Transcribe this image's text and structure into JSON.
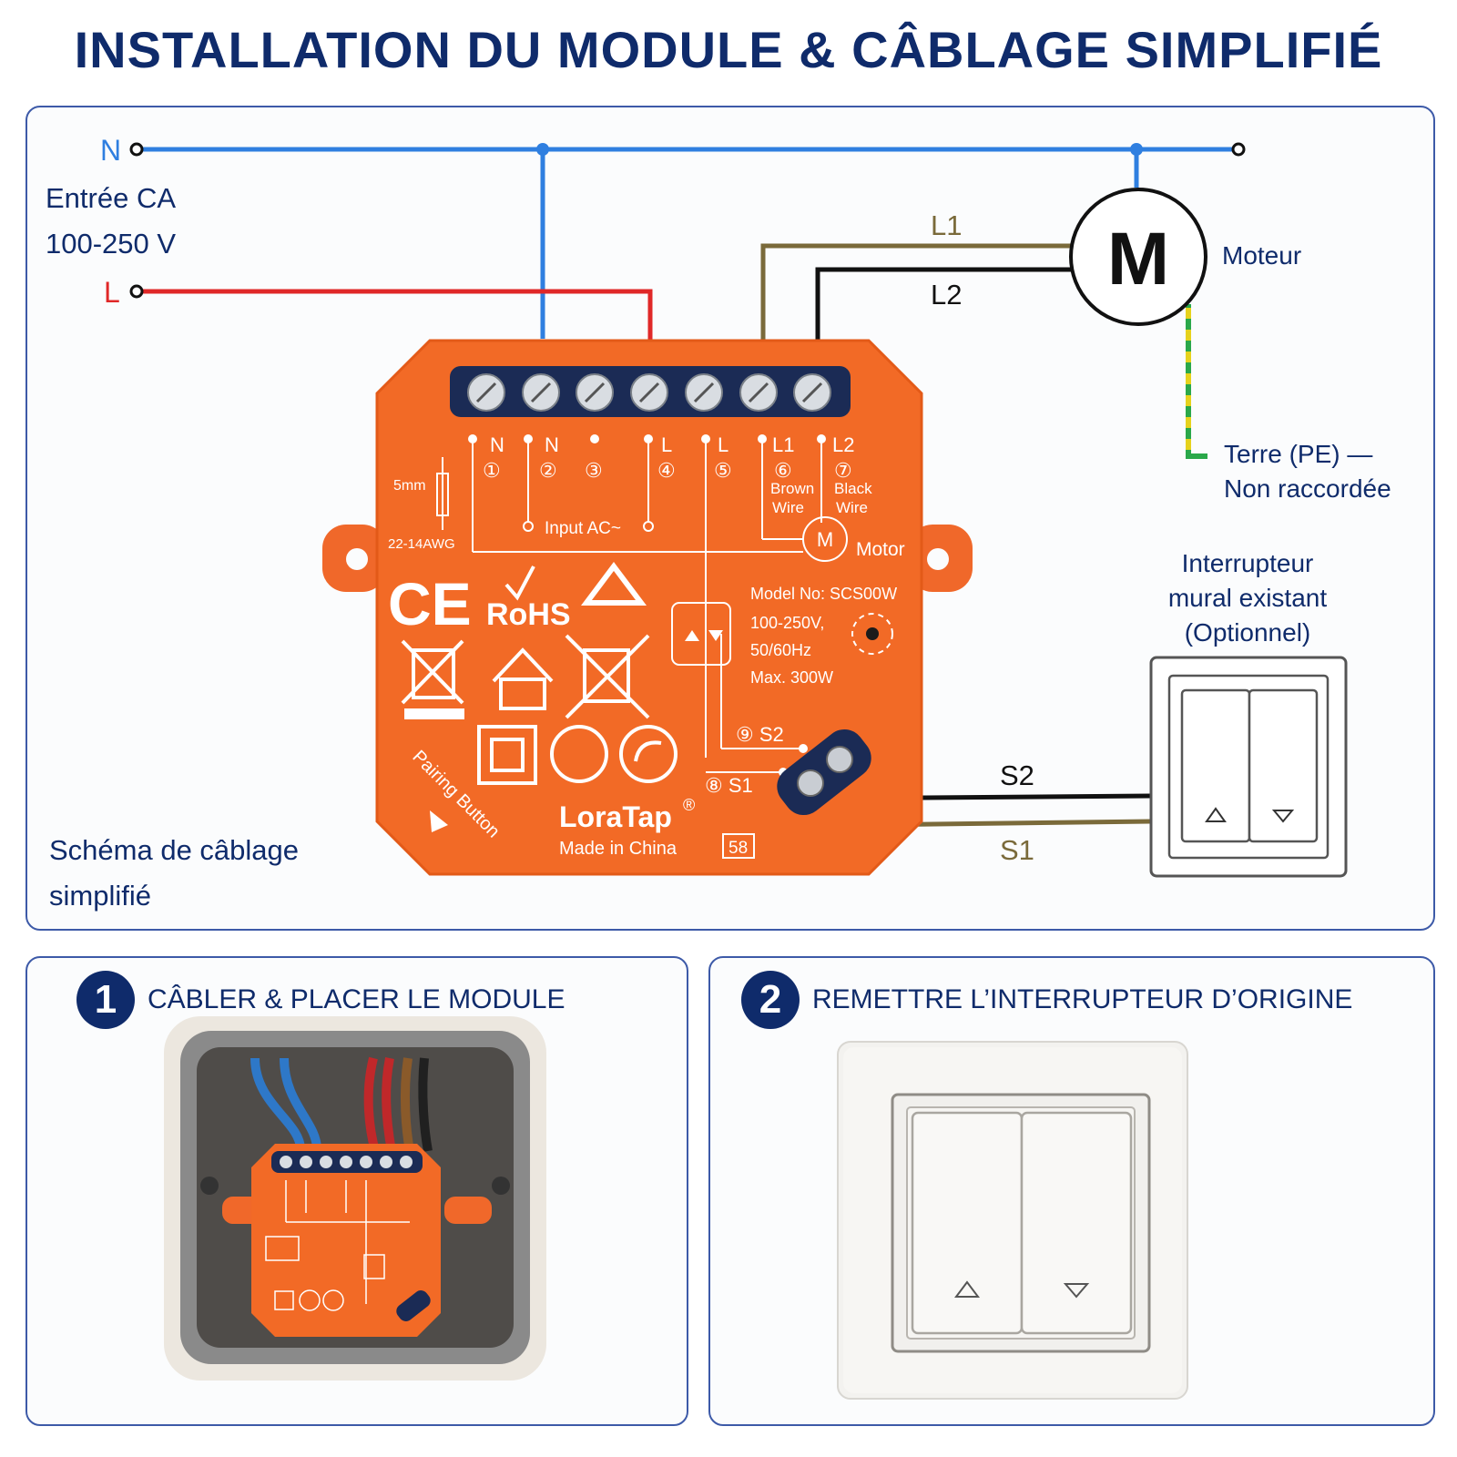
{
  "title": "INSTALLATION DU MODULE & CÂBLAGE SIMPLIFIÉ",
  "diagram": {
    "n_label": "N",
    "l_label": "L",
    "input_label_line1": "Entrée CA",
    "input_label_line2": "100-250 V",
    "l1_label": "L1",
    "l2_label": "L2",
    "motor_letter": "M",
    "motor_label": "Moteur",
    "earth_label_line1": "Terre (PE) —",
    "earth_label_line2": "Non raccordée",
    "switch_label_line1": "Interrupteur",
    "switch_label_line2": "mural existant",
    "switch_label_line3": "(Optionnel)",
    "s2_label": "S2",
    "s1_label": "S1",
    "caption_line1": "Schéma de câblage",
    "caption_line2": "simplifié",
    "colors": {
      "neutral": "#2f7fe0",
      "live": "#e02828",
      "l1": "#7a6a3a",
      "l2": "#111111",
      "earth_yellow": "#e6d21c",
      "earth_green": "#2aa84a",
      "module": "#f26a26",
      "navy": "#0f2b6b"
    }
  },
  "module": {
    "terminals": [
      {
        "name": "N",
        "num": "①"
      },
      {
        "name": "N",
        "num": "②"
      },
      {
        "name": "",
        "num": "③"
      },
      {
        "name": "L",
        "num": "④"
      },
      {
        "name": "L",
        "num": "⑤"
      },
      {
        "name": "L1",
        "num": "⑥"
      },
      {
        "name": "L2",
        "num": "⑦"
      }
    ],
    "brown_wire": [
      "Brown",
      "Wire"
    ],
    "black_wire": [
      "Black",
      "Wire"
    ],
    "strip_length": "5mm",
    "awg": "22-14AWG",
    "input_ac": "Input AC~",
    "motor_letter": "M",
    "motor": "Motor",
    "ce": "CE",
    "rohs": "RoHS",
    "model": "Model No: SCS00W",
    "voltage": "100-250V,",
    "frequency": "50/60Hz",
    "power": "Max. 300W",
    "s2": "⑨ S2",
    "s1": "⑧ S1",
    "pairing": "Pairing Button",
    "brand": "LoraTap",
    "registered": "®",
    "made_in": "Made in China",
    "code": "58",
    "icons": [
      "recycle-icon",
      "weee-bin-icon",
      "indoor-use-icon",
      "double-insulation-icon",
      "tidyman-icon",
      "recycle-arrow-icon"
    ]
  },
  "step1": {
    "number": "1",
    "label": "CÂBLER & PLACER LE MODULE"
  },
  "step2": {
    "number": "2",
    "label": "REMETTRE L’INTERRUPTEUR D’ORIGINE"
  }
}
